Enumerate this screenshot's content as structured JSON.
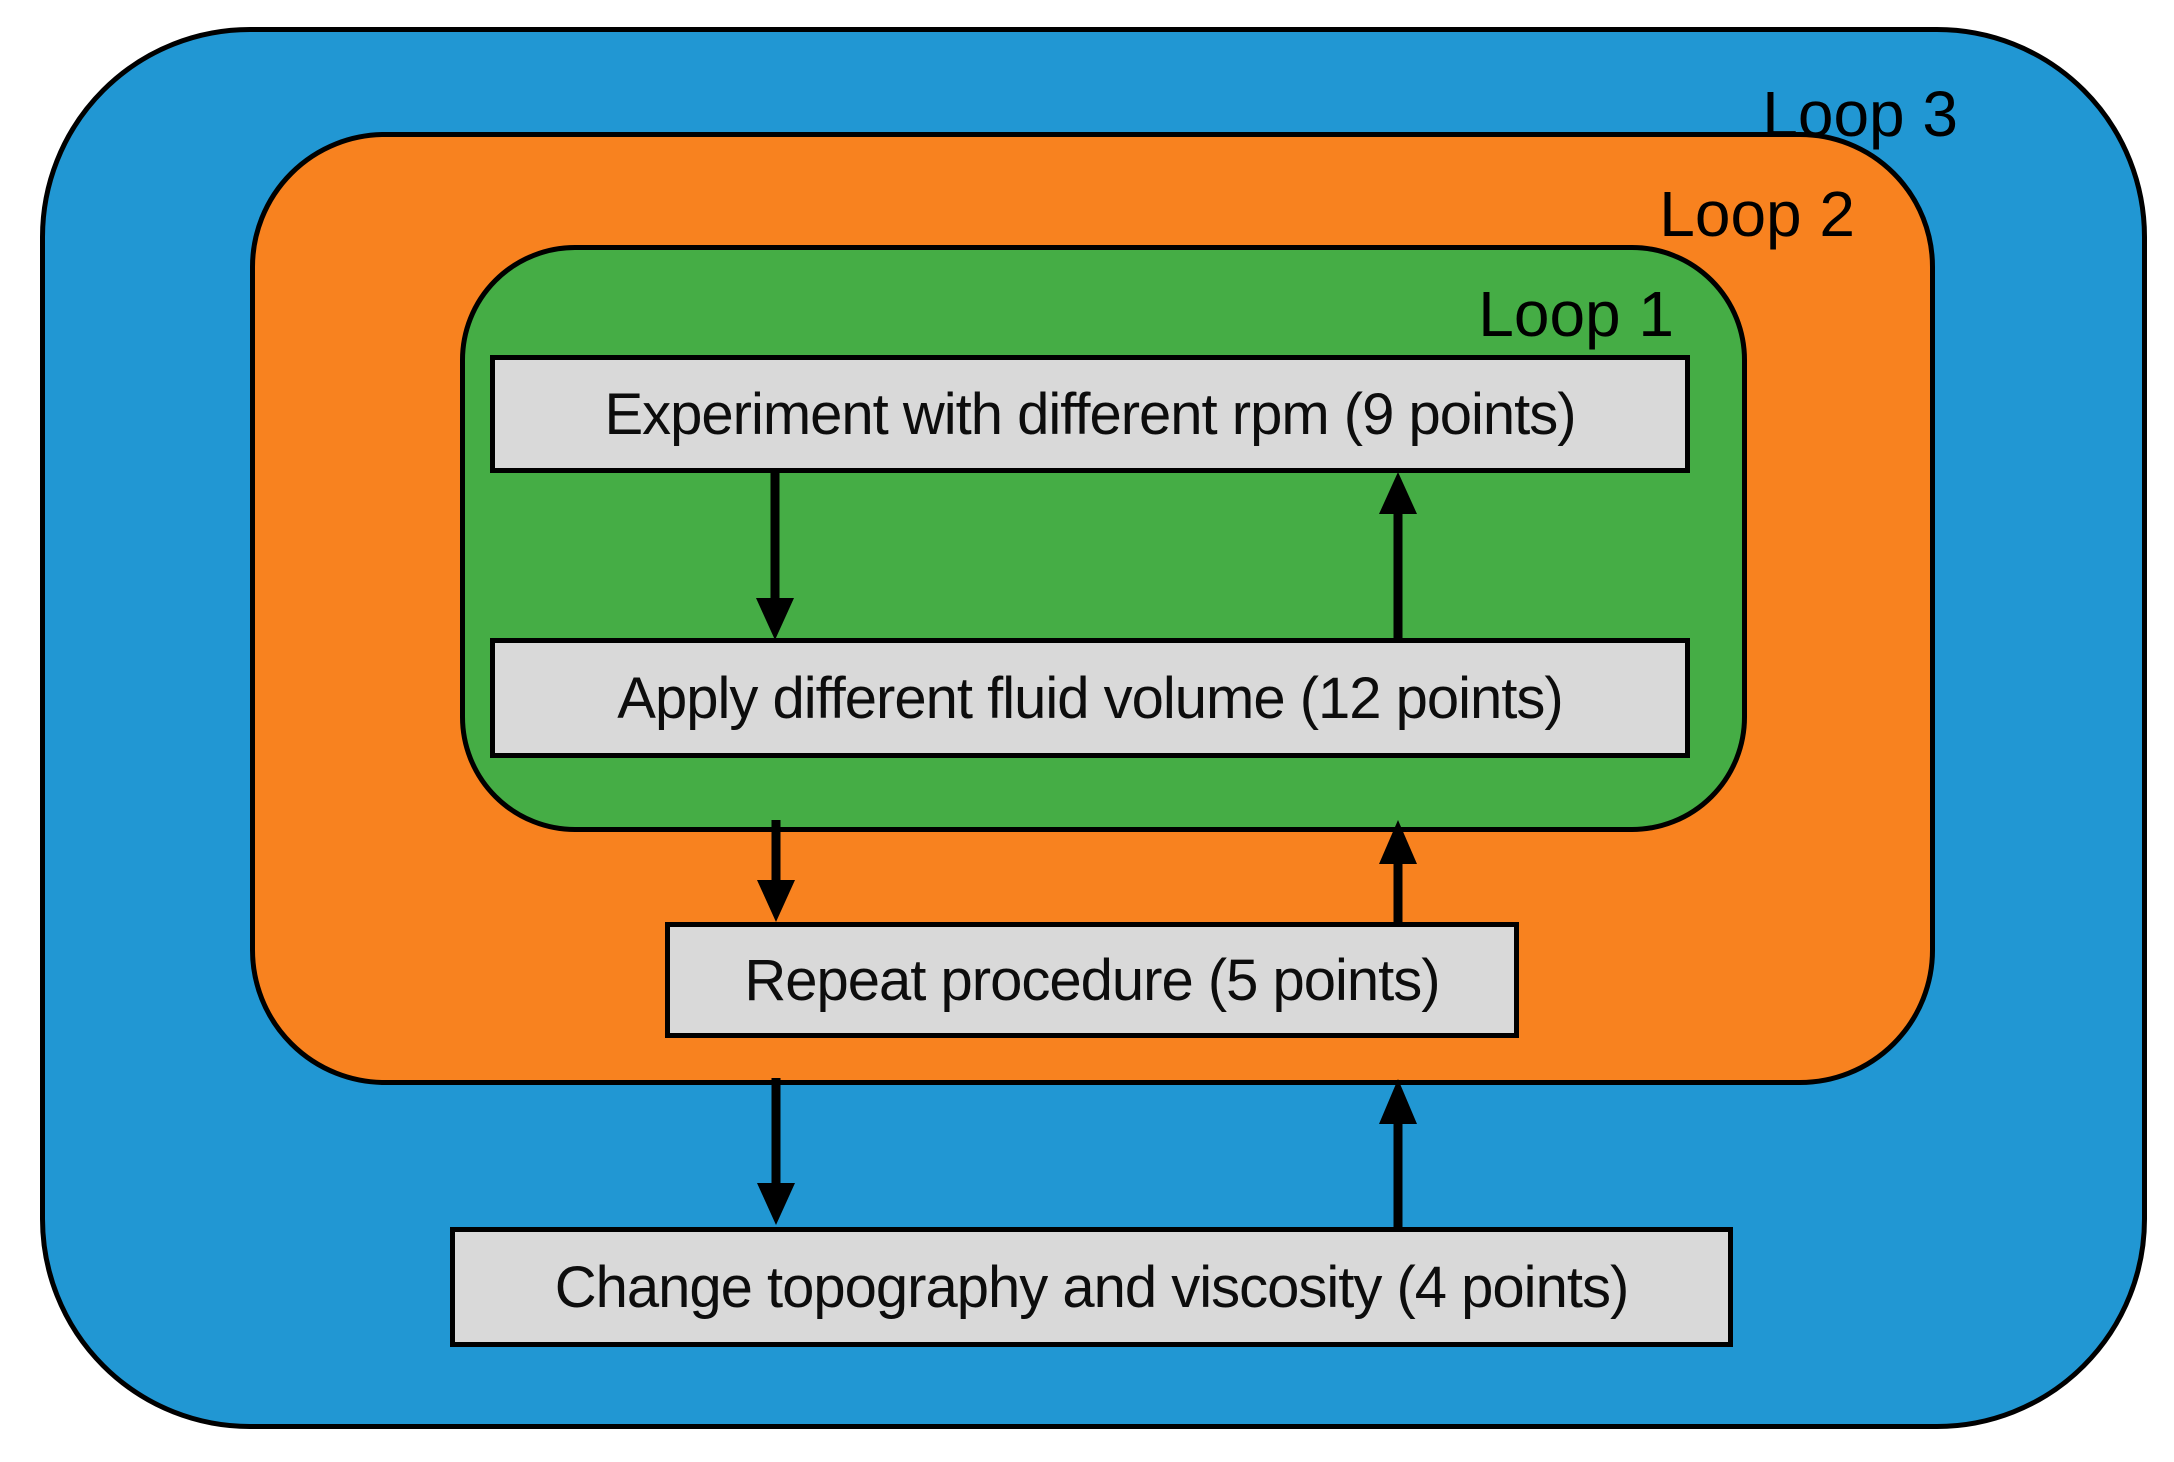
{
  "diagram": {
    "title_context": "Nested experiment procedure loops",
    "loops": [
      {
        "id": "loop3",
        "label": "Loop 3",
        "color": "#2197d3"
      },
      {
        "id": "loop2",
        "label": "Loop 2",
        "color": "#f8821f"
      },
      {
        "id": "loop1",
        "label": "Loop 1",
        "color": "#45ad45"
      }
    ],
    "steps": [
      {
        "id": "experiment",
        "label": "Experiment with different rpm (9 points)",
        "container": "Loop 1"
      },
      {
        "id": "apply",
        "label": "Apply different fluid volume (12 points)",
        "container": "Loop 1"
      },
      {
        "id": "repeat",
        "label": "Repeat procedure (5 points)",
        "container": "Loop 2"
      },
      {
        "id": "change",
        "label": "Change topography and viscosity (4 points)",
        "container": "Loop 3"
      }
    ],
    "arrows": [
      {
        "id": "down-experiment-to-apply",
        "direction": "down"
      },
      {
        "id": "up-apply-to-experiment",
        "direction": "up"
      },
      {
        "id": "down-loop1-to-repeat",
        "direction": "down"
      },
      {
        "id": "up-repeat-to-loop1",
        "direction": "up"
      },
      {
        "id": "down-loop2-to-change",
        "direction": "down"
      },
      {
        "id": "up-change-to-loop2",
        "direction": "up"
      }
    ],
    "box_fill": "#d9d9d9",
    "border_color": "#000000",
    "arrow_color": "#000000",
    "background": "#ffffff"
  }
}
